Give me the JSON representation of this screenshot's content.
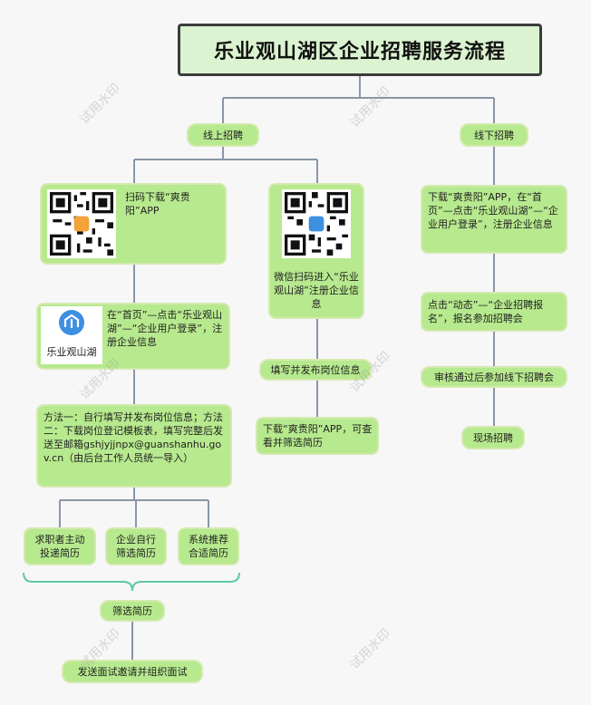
{
  "title": "乐业观山湖区企业招聘服务流程",
  "branches": {
    "online": "线上招聘",
    "offline": "线下招聘"
  },
  "online": {
    "app_qr_text": "扫码下载“爽贵阳”APP",
    "app_login_text": "在“首页”—点击“乐业观山湖”—“企业用户登录”，注册企业信息",
    "logo_label": "乐业观山湖",
    "methods_text": "方法一：自行填写并发布岗位信息；方法二：下载岗位登记模板表，填写完整后发送至邮箱gshjyjjnpx@guanshanhu.gov.cn（由后台工作人员统一导入）",
    "job_seekers": "求职者主动投递简历",
    "company_screen": "企业自行筛选简历",
    "system_recommend": "系统推荐合适简历",
    "screen_resume": "筛选简历",
    "send_interview": "发送面试邀请并组织面试",
    "wechat_text": "微信扫码进入“乐业观山湖”注册企业信息",
    "publish_post": "填写并发布岗位信息",
    "download_view": "下载“爽贵阳”APP，可查看并筛选简历"
  },
  "offline": {
    "step1": "下载“爽贵阳”APP，在“首页”—点击“乐业观山湖”—“企业用户登录”，注册企业信息",
    "step2": "点击“动态”—“企业招聘报名”，报名参加招聘会",
    "step3": "审核通过后参加线下招聘会",
    "step4": "现场招聘"
  },
  "watermark": "试用水印",
  "colors": {
    "node_fill": "#b7e98e",
    "node_border": "#d4eab0",
    "title_fill": "#dbf3d0",
    "connector": "#8a96a8",
    "brace": "#5ec9a6"
  },
  "icons": [
    "qr-code-icon",
    "app-logo-icon",
    "lyguanshan-logo-icon"
  ]
}
